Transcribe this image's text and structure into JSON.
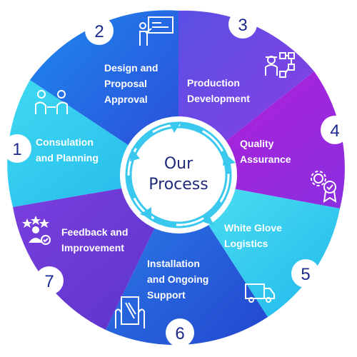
{
  "center": {
    "line1": "Our",
    "line2": "Process"
  },
  "colors": {
    "consultation": "#32d0ee",
    "design": "#2a61e6",
    "production": "#7a3ee6",
    "quality": "#a01fd6",
    "logistics": "#34d5f0",
    "installation": "#2750d8",
    "feedback": "#6a3ed8",
    "number": "#1b2a8c",
    "center_text": "#1f2a7a"
  },
  "steps": [
    {
      "number": "1",
      "label_lines": [
        "Consulation",
        "and Planning"
      ],
      "icon": "meeting-icon"
    },
    {
      "number": "2",
      "label_lines": [
        "Design and",
        "Proposal",
        "Approval"
      ],
      "icon": "presentation-icon"
    },
    {
      "number": "3",
      "label_lines": [
        "Production",
        "Development"
      ],
      "icon": "engineer-workflow-icon"
    },
    {
      "number": "4",
      "label_lines": [
        "Quality",
        "Assurance"
      ],
      "icon": "gear-badge-icon"
    },
    {
      "number": "5",
      "label_lines": [
        "White Glove",
        "Logistics"
      ],
      "icon": "delivery-truck-icon"
    },
    {
      "number": "6",
      "label_lines": [
        "Installation",
        "and Ongoing",
        "Support"
      ],
      "icon": "mirror-installation-icon"
    },
    {
      "number": "7",
      "label_lines": [
        "Feedback and",
        "Improvement"
      ],
      "icon": "rating-user-icon"
    }
  ]
}
